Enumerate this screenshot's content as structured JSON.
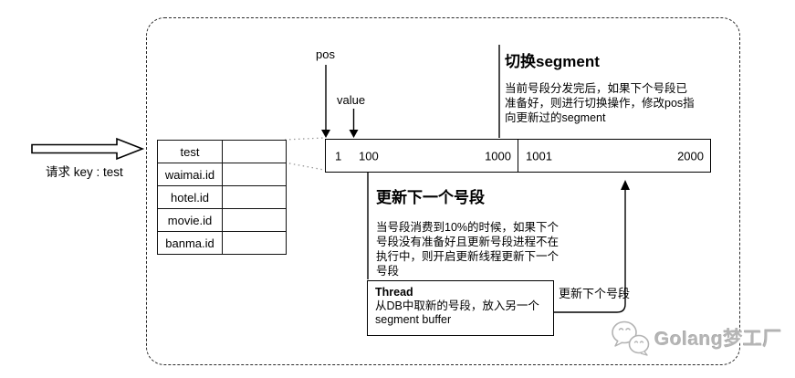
{
  "request_arrow": {
    "label": "请求 key : test"
  },
  "key_table": {
    "rows": [
      "test",
      "waimai.id",
      "hotel.id",
      "movie.id",
      "banma.id"
    ]
  },
  "buffer": {
    "pos_label": "pos",
    "value_label": "value",
    "segment1": {
      "pos_marker": "1",
      "value_marker": "100",
      "end": "1000"
    },
    "segment2": {
      "start": "1001",
      "end": "2000"
    }
  },
  "switch_note": {
    "title": "切换segment",
    "body": "当前号段分发完后，如果下个号段已\n准备好，则进行切换操作，修改pos指\n向更新过的segment"
  },
  "update_note": {
    "title": "更新下一个号段",
    "body": "当号段消费到10%的时候，如果下个\n号段没有准备好且更新号段进程不在\n执行中，则开启更新线程更新下一个\n号段"
  },
  "thread_box": {
    "title": "Thread",
    "body": "从DB中取新的号段，放入另一个\nsegment buffer"
  },
  "update_arrow_label": "更新下个号段",
  "watermark": {
    "icon": "wechat-icon",
    "text": "Golang梦工厂"
  },
  "colors": {
    "line": "#000000",
    "connector_gray": "#999999",
    "watermark_gray": "#b5b5b5",
    "background": "#ffffff"
  }
}
